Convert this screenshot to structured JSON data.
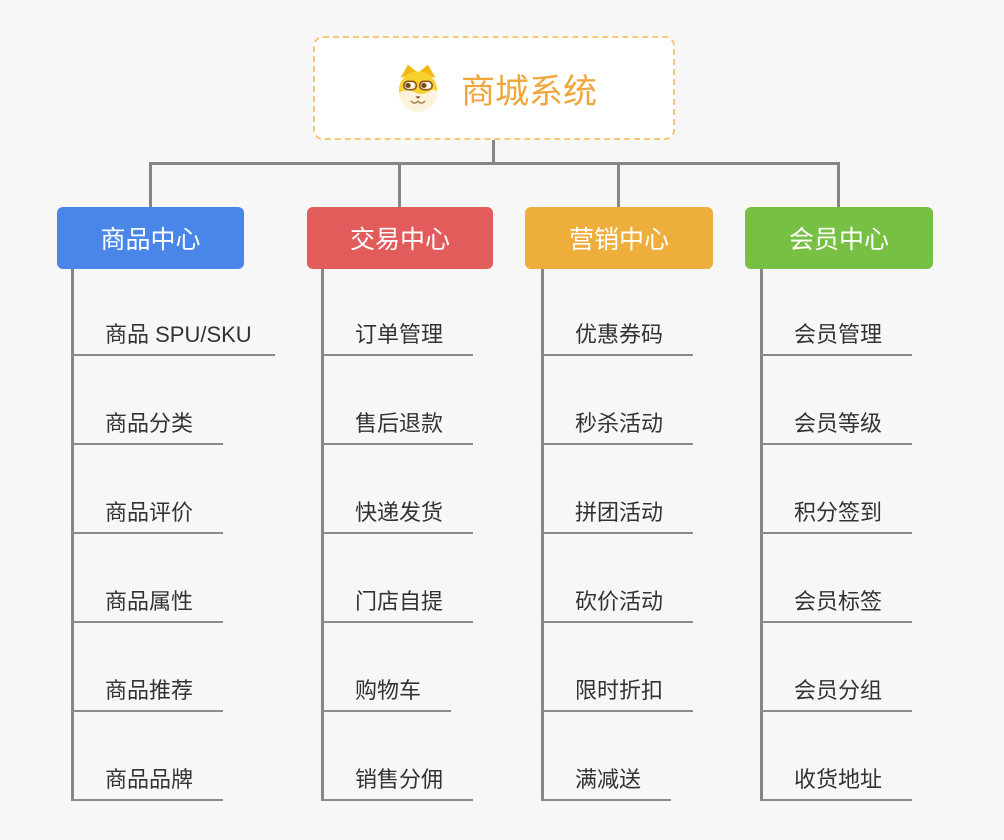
{
  "root": {
    "title": "商城系统",
    "icon": "doge-icon",
    "accent_color": "#f0a63c",
    "border_color": "#f5c878"
  },
  "connector_color": "#868686",
  "leaf_text_color": "#333333",
  "background_color": "#f7f7f7",
  "branches": [
    {
      "label": "商品中心",
      "color": "#4a86e8",
      "items": [
        "商品 SPU/SKU",
        "商品分类",
        "商品评价",
        "商品属性",
        "商品推荐",
        "商品品牌"
      ]
    },
    {
      "label": "交易中心",
      "color": "#e25c5c",
      "items": [
        "订单管理",
        "售后退款",
        "快递发货",
        "门店自提",
        "购物车",
        "销售分佣"
      ]
    },
    {
      "label": "营销中心",
      "color": "#eeae3c",
      "items": [
        "优惠券码",
        "秒杀活动",
        "拼团活动",
        "砍价活动",
        "限时折扣",
        "满减送"
      ]
    },
    {
      "label": "会员中心",
      "color": "#77c043",
      "items": [
        "会员管理",
        "会员等级",
        "积分签到",
        "会员标签",
        "会员分组",
        "收货地址"
      ]
    }
  ]
}
